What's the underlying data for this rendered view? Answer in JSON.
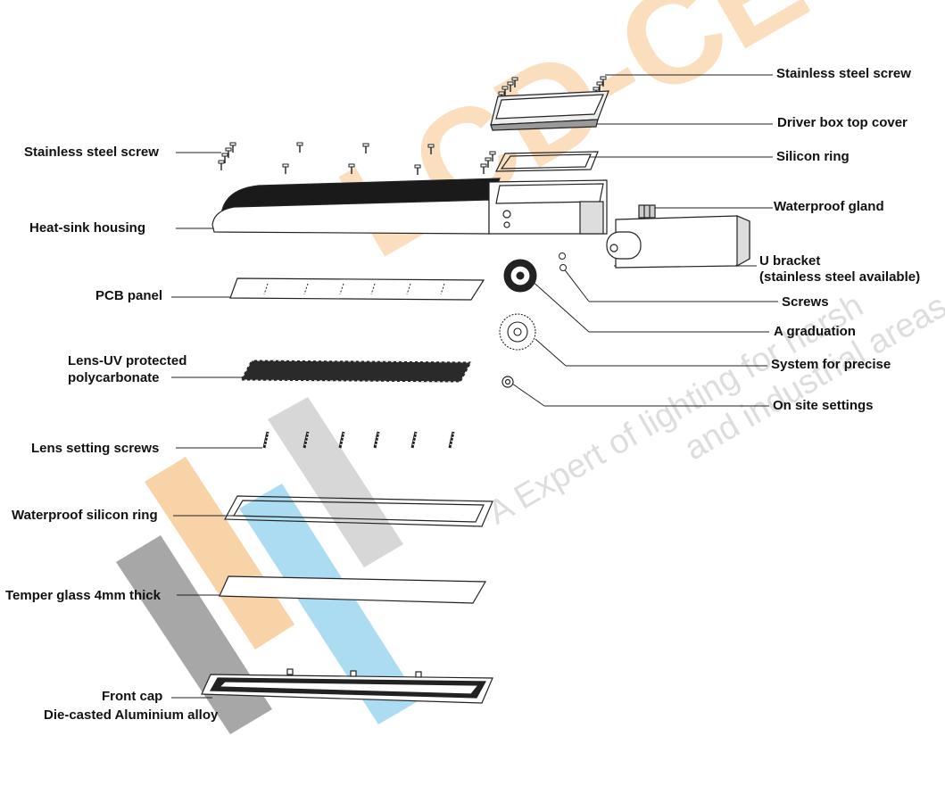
{
  "watermark": {
    "brand": "LCD-CES",
    "slogan_1": "A Expert of lighting for harsh",
    "slogan_2": "and industrial areas",
    "colors": {
      "orange": "#f6c48a",
      "blue": "#8fd0ee",
      "gray": "#8a8a8a",
      "text": "#c9c9c9"
    }
  },
  "labels": {
    "left": {
      "stainless_steel_screw": "Stainless steel screw",
      "heat_sink_housing": "Heat-sink housing",
      "pcb_panel": "PCB panel",
      "lens_line_1": "Lens-UV protected",
      "lens_line_2": "polycarbonate",
      "lens_setting_screws": "Lens setting screws",
      "waterproof_silicon_ring": "Waterproof silicon ring",
      "temper_glass": "Temper glass 4mm thick",
      "front_cap_line_1": "Front cap",
      "front_cap_line_2": "Die-casted Aluminium alloy"
    },
    "right": {
      "stainless_steel_screw": "Stainless steel screw",
      "driver_box_top_cover": "Driver box top cover",
      "silicon_ring": "Silicon ring",
      "waterproof_gland": "Waterproof gland",
      "u_bracket_line_1": "U bracket",
      "u_bracket_line_2": "(stainless steel available)",
      "screws": "Screws",
      "a_graduation": "A graduation",
      "system_for_precise": "System for precise",
      "on_site_settings": "On site settings"
    }
  }
}
